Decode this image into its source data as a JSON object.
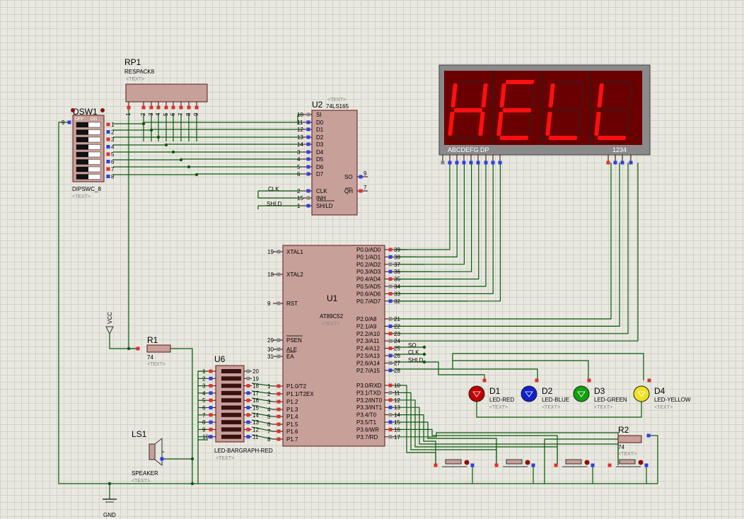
{
  "colors": {
    "wire": "#0a5a0a",
    "chip": "#c8a09a",
    "display_bg": "#7a0000",
    "seg_on": "#ff1010"
  },
  "components": {
    "rp1": {
      "ref": "RP1",
      "value": "RESPACK8",
      "text": "<TEXT>",
      "pins": [
        "1",
        "2",
        "3",
        "4",
        "5",
        "6",
        "7",
        "8",
        "9"
      ]
    },
    "dsw1": {
      "ref": "DSW1",
      "value": "DIPSWC_8",
      "text": "<TEXT>",
      "off": "OFF",
      "on": "ON",
      "pin_left": "9",
      "pins": [
        "1",
        "2",
        "3",
        "4",
        "5",
        "6",
        "7",
        "8"
      ]
    },
    "u2": {
      "ref": "U2",
      "value": "74LS165",
      "text": "<TEXT>",
      "left_pins": [
        {
          "num": "10",
          "name": "SI"
        },
        {
          "num": "11",
          "name": "D0"
        },
        {
          "num": "12",
          "name": "D1"
        },
        {
          "num": "13",
          "name": "D2"
        },
        {
          "num": "14",
          "name": "D3"
        },
        {
          "num": "3",
          "name": "D4"
        },
        {
          "num": "4",
          "name": "D5"
        },
        {
          "num": "5",
          "name": "D6"
        },
        {
          "num": "6",
          "name": "D7"
        },
        {
          "num": "2",
          "name": "CLK"
        },
        {
          "num": "15",
          "name": "INH"
        },
        {
          "num": "1",
          "name": "SH/LD"
        }
      ],
      "right_pins": [
        {
          "num": "9",
          "name": "SO"
        },
        {
          "num": "7",
          "name": "QH"
        }
      ]
    },
    "u1": {
      "ref": "U1",
      "value": "AT89C52",
      "text": "<TEXT>",
      "left_pins": [
        {
          "num": "19",
          "name": "XTAL1"
        },
        {
          "num": "18",
          "name": "XTAL2"
        },
        {
          "num": "9",
          "name": "RST"
        },
        {
          "num": "29",
          "name": "PSEN"
        },
        {
          "num": "30",
          "name": "ALE"
        },
        {
          "num": "31",
          "name": "EA"
        },
        {
          "num": "1",
          "name": "P1.0/T2"
        },
        {
          "num": "2",
          "name": "P1.1/T2EX"
        },
        {
          "num": "3",
          "name": "P1.2"
        },
        {
          "num": "4",
          "name": "P1.3"
        },
        {
          "num": "5",
          "name": "P1.4"
        },
        {
          "num": "6",
          "name": "P1.5"
        },
        {
          "num": "7",
          "name": "P1.6"
        },
        {
          "num": "8",
          "name": "P1.7"
        }
      ],
      "right_pins": [
        {
          "num": "39",
          "name": "P0.0/AD0"
        },
        {
          "num": "38",
          "name": "P0.1/AD1"
        },
        {
          "num": "37",
          "name": "P0.2/AD2"
        },
        {
          "num": "36",
          "name": "P0.3/AD3"
        },
        {
          "num": "35",
          "name": "P0.4/AD4"
        },
        {
          "num": "34",
          "name": "P0.5/AD5"
        },
        {
          "num": "33",
          "name": "P0.6/AD6"
        },
        {
          "num": "32",
          "name": "P0.7/AD7"
        },
        {
          "num": "21",
          "name": "P2.0/A8"
        },
        {
          "num": "22",
          "name": "P2.1/A9"
        },
        {
          "num": "23",
          "name": "P2.2/A10"
        },
        {
          "num": "24",
          "name": "P2.3/A11"
        },
        {
          "num": "25",
          "name": "P2.4/A12"
        },
        {
          "num": "26",
          "name": "P2.5/A13"
        },
        {
          "num": "27",
          "name": "P2.6/A14"
        },
        {
          "num": "28",
          "name": "P2.7/A15"
        },
        {
          "num": "10",
          "name": "P3.0/RXD"
        },
        {
          "num": "11",
          "name": "P3.1/TXD"
        },
        {
          "num": "12",
          "name": "P3.2/INT0"
        },
        {
          "num": "13",
          "name": "P3.3/INT1"
        },
        {
          "num": "14",
          "name": "P3.4/T0"
        },
        {
          "num": "15",
          "name": "P3.5/T1"
        },
        {
          "num": "16",
          "name": "P3.6/WR"
        },
        {
          "num": "17",
          "name": "P3.7/RD"
        }
      ]
    },
    "u6": {
      "ref": "U6",
      "value": "LED-BARGRAPH-RED",
      "text": "<TEXT>",
      "left_pins": [
        "1",
        "2",
        "3",
        "4",
        "5",
        "6",
        "7",
        "8",
        "9",
        "10"
      ],
      "right_pins": [
        "20",
        "19",
        "18",
        "17",
        "16",
        "15",
        "14",
        "13",
        "12",
        "11"
      ]
    },
    "display": {
      "chars": "HELL",
      "seg_label": "ABCDEFG DP",
      "digit_label": "1234"
    },
    "r1": {
      "ref": "R1",
      "value": "74",
      "text": "<TEXT>"
    },
    "r2": {
      "ref": "R2",
      "value": "74",
      "text": "<TEXT>"
    },
    "ls1": {
      "ref": "LS1",
      "value": "SPEAKER",
      "text": "<TEXT>"
    },
    "vcc": {
      "label": "VCC"
    },
    "gnd": {
      "label": "GND"
    },
    "leds": [
      {
        "ref": "D1",
        "value": "LED-RED",
        "text": "<TEXT>",
        "color": "#c00000"
      },
      {
        "ref": "D2",
        "value": "LED-BLUE",
        "text": "<TEXT>",
        "color": "#1020d0"
      },
      {
        "ref": "D3",
        "value": "LED-GREEN",
        "text": "<TEXT>",
        "color": "#10a010"
      },
      {
        "ref": "D4",
        "value": "LED-YELLOW",
        "text": "<TEXT>",
        "color": "#f0e020"
      }
    ],
    "net_labels": {
      "clk": "CLK",
      "shld": "SHLD",
      "so": "SO",
      "clk2": "CLK",
      "shld2": "SHLD"
    }
  }
}
